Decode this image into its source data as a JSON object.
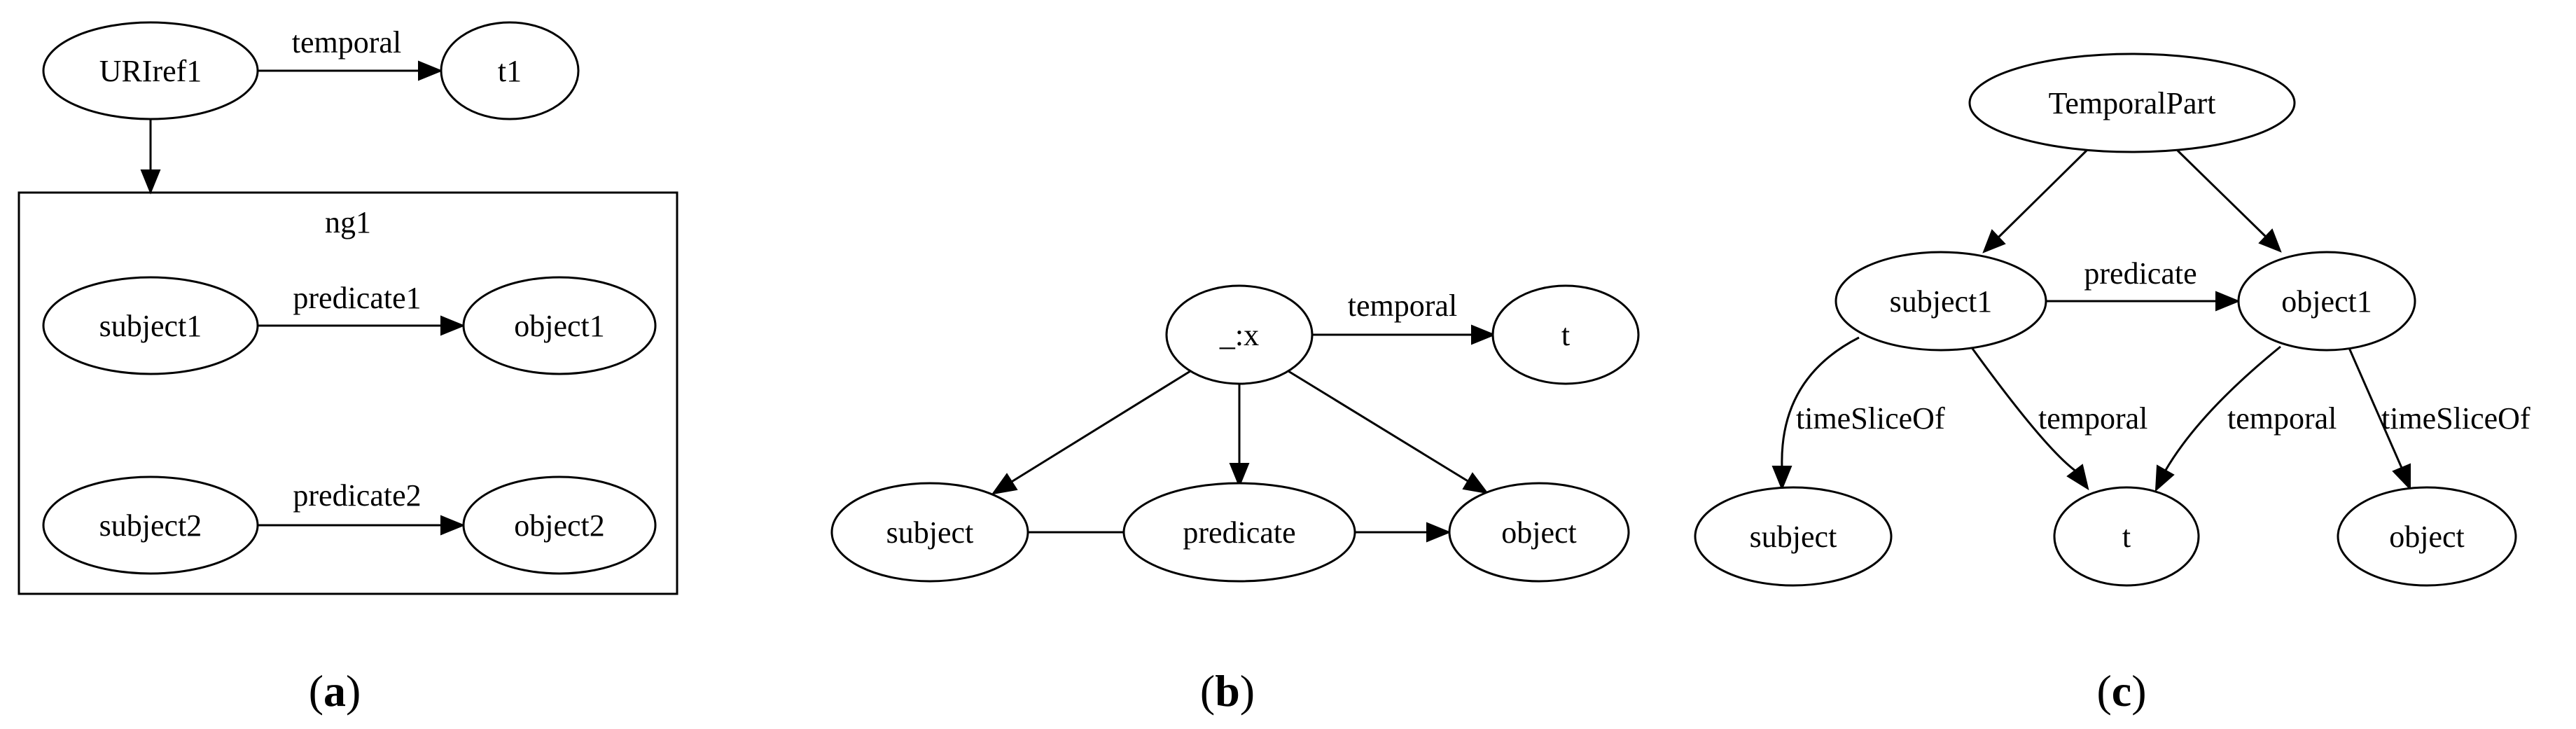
{
  "panels": {
    "a": {
      "caption": "a",
      "cluster_label": "ng1",
      "nodes": {
        "uriref1": "URIref1",
        "t1": "t1",
        "subject1": "subject1",
        "object1": "object1",
        "subject2": "subject2",
        "object2": "object2"
      },
      "edges": {
        "temporal": "temporal",
        "predicate1": "predicate1",
        "predicate2": "predicate2"
      }
    },
    "b": {
      "caption": "b",
      "nodes": {
        "x": "_:x",
        "t": "t",
        "subject": "subject",
        "predicate": "predicate",
        "object": "object"
      },
      "edges": {
        "temporal": "temporal"
      }
    },
    "c": {
      "caption": "c",
      "nodes": {
        "temporal_part": "TemporalPart",
        "subject1": "subject1",
        "object1": "object1",
        "subject": "subject",
        "t": "t",
        "object": "object"
      },
      "edges": {
        "predicate": "predicate",
        "time_slice_of_left": "timeSliceOf",
        "temporal_left": "temporal",
        "temporal_right": "temporal",
        "time_slice_of_right": "timeSliceOf"
      }
    }
  }
}
